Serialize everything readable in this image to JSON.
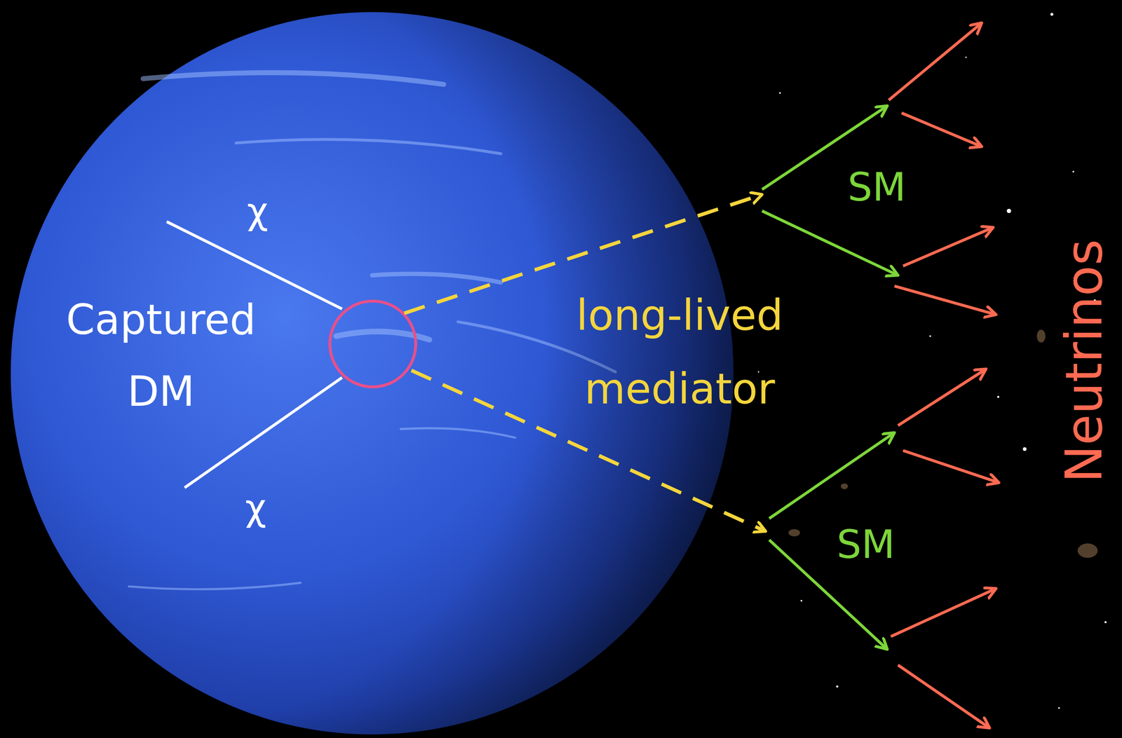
{
  "diagram": {
    "labels": [
      "χ",
      "Captured DM",
      "long-lived mediator",
      "SM",
      "SM",
      "χ",
      "Neutrinos"
    ]
  }
}
